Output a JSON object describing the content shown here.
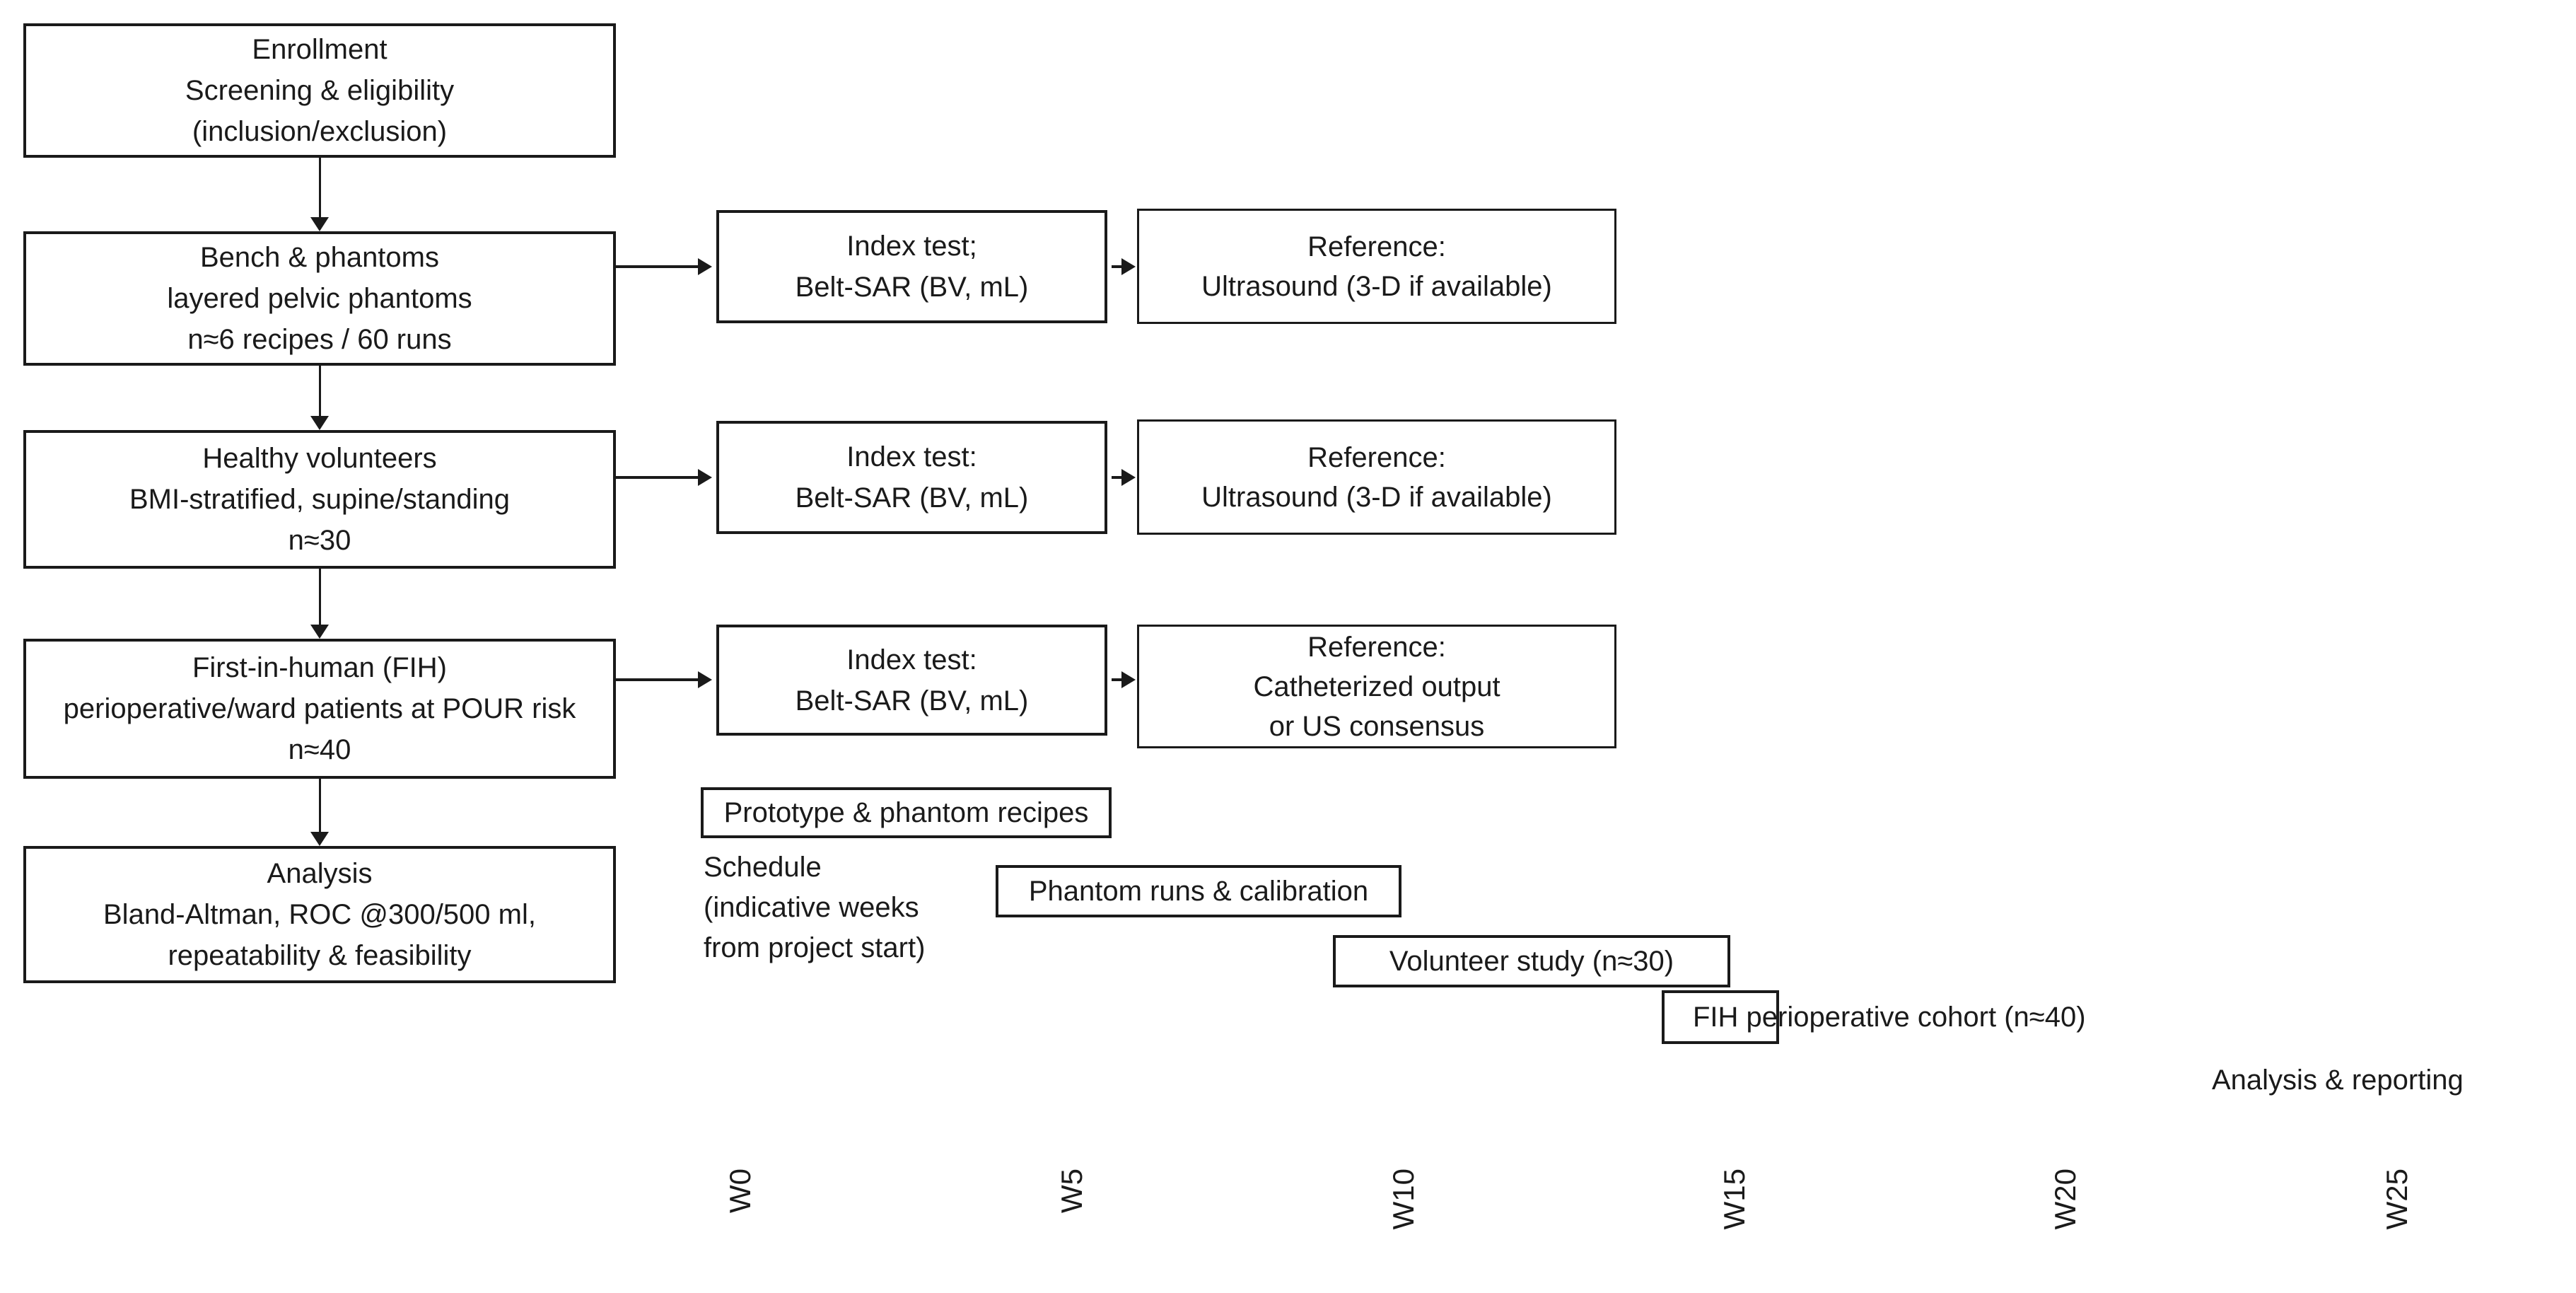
{
  "figure": {
    "background_color": "#ffffff",
    "ink_color": "#1a1a1a"
  },
  "flowchart": {
    "boxes": [
      {
        "lines": [
          "Enrollment",
          "Screening & eligibility",
          "(inclusion/exclusion)"
        ]
      },
      {
        "lines": [
          "Bench & phantoms",
          "layered pelvic phantoms",
          "n≈6 recipes / 60 runs"
        ]
      },
      {
        "lines": [
          "Healthy volunteers",
          "BMI-stratified, supine/standing",
          "n≈30"
        ]
      },
      {
        "lines": [
          "First-in-human (FIH)",
          "perioperative/ward patients at POUR risk",
          "n≈40"
        ]
      },
      {
        "lines": [
          "Analysis",
          "Bland-Altman, ROC @300/500 ml,",
          "repeatability & feasibility"
        ]
      }
    ],
    "index_boxes": [
      {
        "lines": [
          "Index test;",
          "Belt-SAR (BV, mL)"
        ]
      },
      {
        "lines": [
          "Index test:",
          "Belt-SAR (BV, mL)"
        ]
      },
      {
        "lines": [
          "Index test:",
          "Belt-SAR (BV, mL)"
        ]
      }
    ],
    "reference_boxes": [
      {
        "lines": [
          "Reference:",
          "Ultrasound (3-D if available)"
        ]
      },
      {
        "lines": [
          "Reference:",
          "Ultrasound (3-D if available)"
        ]
      },
      {
        "lines": [
          "Reference:",
          "Catheterized output",
          "or US consensus"
        ]
      }
    ]
  },
  "schedule": {
    "caption_lines": [
      "Schedule",
      "(indicative weeks",
      "from project start)"
    ],
    "bars": [
      {
        "label": "Prototype & phantom recipes"
      },
      {
        "label": "Phantom runs & calibration"
      },
      {
        "label": "Volunteer study (n≈30)"
      },
      {
        "label": "FIH perioperative cohort (n≈40)"
      }
    ],
    "analysis_label": "Analysis & reporting",
    "week_ticks": [
      "W0",
      "W5",
      "W10",
      "W15",
      "W20",
      "W25"
    ]
  }
}
